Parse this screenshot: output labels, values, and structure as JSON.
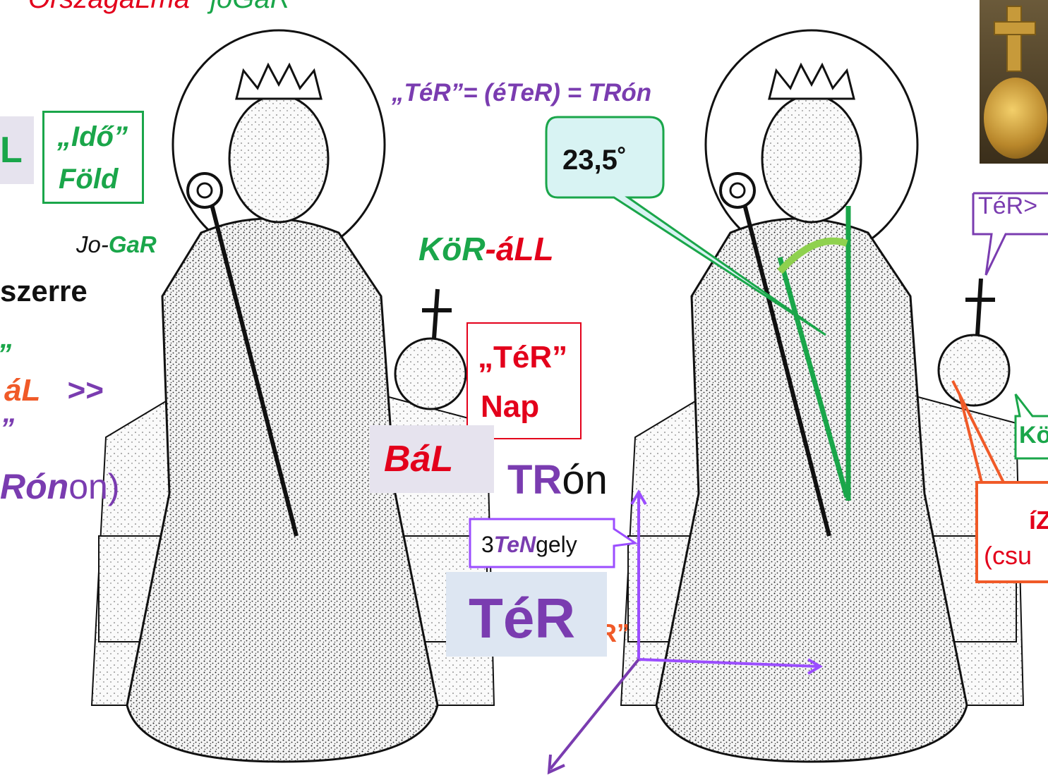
{
  "colors": {
    "green": "#1aa64a",
    "red": "#e3001b",
    "purple": "#7a3cb0",
    "violet": "#a855f7",
    "orange": "#f05a28",
    "black": "#111111",
    "lavender_box": "#e6e3ee",
    "light_blue_box": "#dde6f2",
    "teal_callout": "#d8f3f3"
  },
  "top": {
    "fragment_red": "OrszagaLma",
    "fragment_green": "joGaR"
  },
  "left": {
    "box_fragment": "L",
    "time_label_line1": "„Idő”",
    "time_label_line2": "Föld",
    "jogar_prefix": "Jo-",
    "jogar_suffix": "GaR",
    "szerre": "szerre",
    "quote_small": "„",
    "bal_fragment": "áL",
    "arrows": ">>",
    "quote_close": "”",
    "tronon_italic": "Rón",
    "tronon_tail": "on)"
  },
  "center": {
    "ter_equation": "„TéR”= (éTeR) = TRón",
    "korall_green": "KöR",
    "korall_red": "-áLL",
    "ter_nap_line1": "„TéR”",
    "ter_nap_line2": "Nap",
    "bal_label": "BáL",
    "tron_bold": "TR",
    "tron_rest": "ón",
    "tengely_prefix": "3",
    "tengely_italic": "TeN",
    "tengely_suffix": "gely",
    "ter_big": "TéR",
    "ter_fragment": "R”"
  },
  "right": {
    "angle_label": "23,5˚",
    "ter_callout": "TéR>",
    "ko_callout": "Kö",
    "iz_callout_line1": "íZ",
    "iz_callout_line2": "(csu"
  },
  "icons": {
    "left_figure": "seated-king-illustration",
    "right_figure": "seated-king-illustration",
    "orb_photo": "golden-orb-photo"
  }
}
